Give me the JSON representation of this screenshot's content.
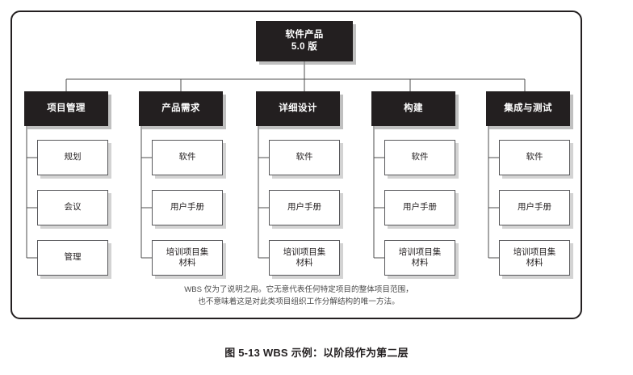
{
  "caption": "图 5-13 WBS 示例：以阶段作为第二层",
  "frame": {
    "footnote_line1": "WBS 仅为了说明之用。它无意代表任何特定项目的整体项目范围，",
    "footnote_line2": "也不意味着这是对此类项目组织工作分解结构的唯一方法。"
  },
  "chart_data": {
    "type": "diagram",
    "diagram_type": "work-breakdown-structure",
    "title": "图 5-13 WBS 示例：以阶段作为第二层",
    "levels": 3,
    "root": {
      "label": "软件产品\n5.0 版",
      "line1": "软件产品",
      "line2": "5.0 版"
    },
    "phases": [
      {
        "label": "项目管理",
        "children": [
          "规划",
          "会议",
          "管理"
        ]
      },
      {
        "label": "产品需求",
        "children": [
          "软件",
          "用户手册",
          "培训项目集\n材料"
        ]
      },
      {
        "label": "详细设计",
        "children": [
          "软件",
          "用户手册",
          "培训项目集\n材料"
        ]
      },
      {
        "label": "构建",
        "children": [
          "软件",
          "用户手册",
          "培训项目集\n材料"
        ]
      },
      {
        "label": "集成与测试",
        "children": [
          "软件",
          "用户手册",
          "培训项目集\n材料"
        ]
      }
    ],
    "note": "WBS 仅为了说明之用。它无意代表任何特定项目的整体项目范围，也不意味着这是对此类项目组织工作分解结构的唯一方法。"
  },
  "colors": {
    "node_fill_dark": "#231f20",
    "node_text_light": "#ffffff",
    "node_fill_light": "#ffffff",
    "node_border": "#58585b",
    "connector": "#4c4c4c",
    "frame_border": "#231f20",
    "shadow": "#a8a8a8",
    "page_background": "#ffffff"
  }
}
